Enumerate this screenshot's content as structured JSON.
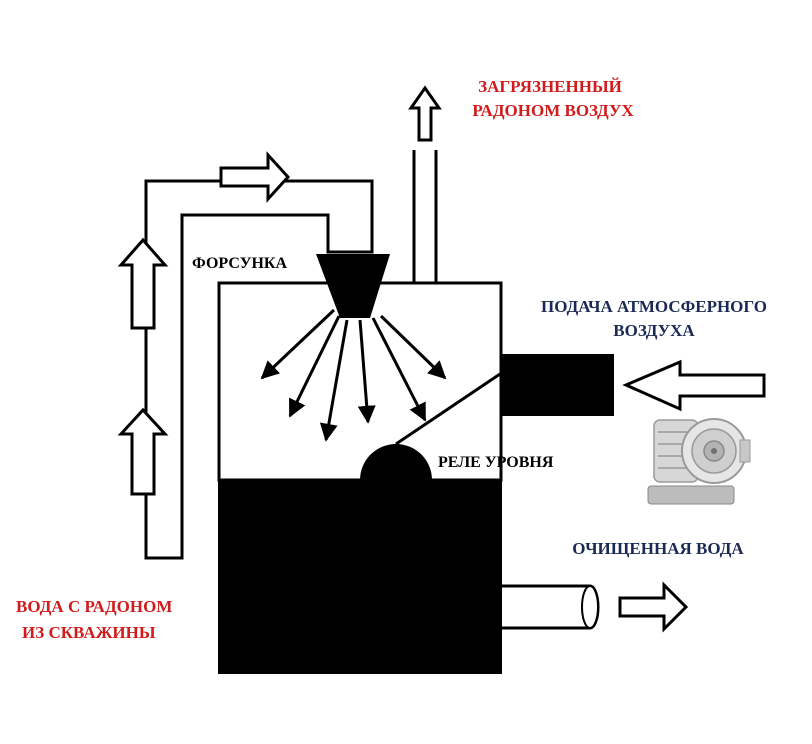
{
  "labels": {
    "polluted_line1": "ЗАГРЯЗНЕННЫЙ",
    "polluted_line2": "РАДОНОМ ВОЗДУХ",
    "nozzle": "ФОРСУНКА",
    "air_supply_line1": "ПОДАЧА АТМОСФЕРНОГО",
    "air_supply_line2": "ВОЗДУХА",
    "level_relay": "РЕЛЕ УРОВНЯ",
    "clean_water": "ОЧИЩЕННАЯ ВОДА",
    "inlet_line1": "ВОДА С РАДОНОМ",
    "inlet_line2": "ИЗ СКВАЖИНЫ"
  },
  "colors": {
    "red_text": "#d01c1c",
    "blue_text": "#1b2a55",
    "black": "#000000"
  },
  "icons": {
    "blower": "blower-fan-icon"
  }
}
